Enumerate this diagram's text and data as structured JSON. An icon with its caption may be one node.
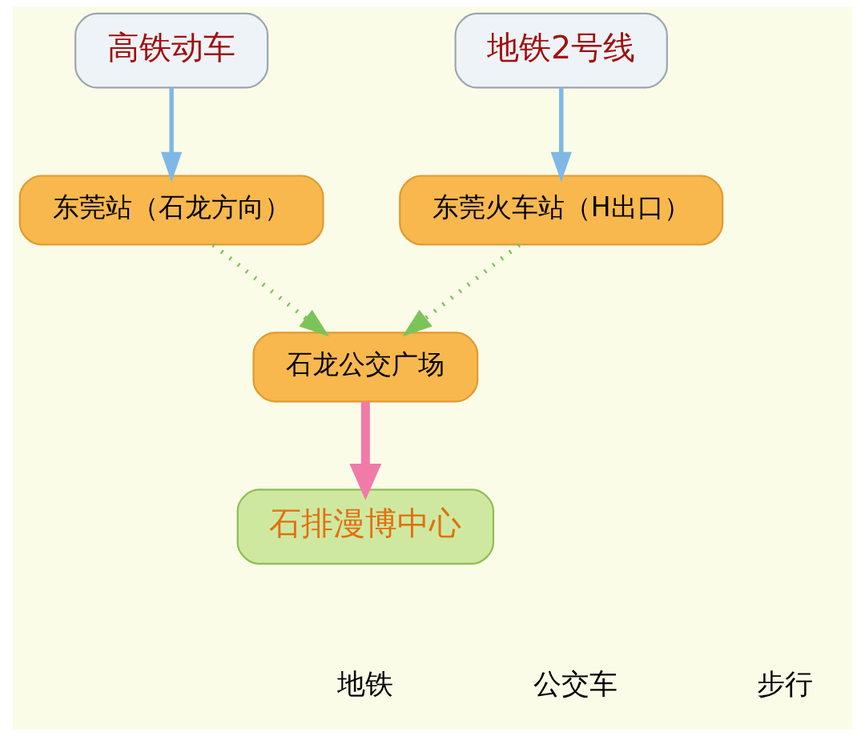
{
  "diagram": {
    "nodes": [
      {
        "text": [
          "高铁动车"
        ]
      },
      {
        "text": [
          "地铁2号线"
        ]
      },
      {
        "text": [
          "东莞站（石龙方向）"
        ]
      },
      {
        "text": [
          "东莞火车站（H出口）"
        ]
      },
      {
        "text": [
          "石龙公交广场"
        ]
      },
      {
        "text": [
          "石排漫博中心"
        ]
      }
    ],
    "edges": [
      {
        "from": 0,
        "to": 2,
        "arrow": "to",
        "color": "#7fb8e6"
      },
      {
        "from": 1,
        "to": 3,
        "arrow": "to",
        "color": "#7fb8e6"
      },
      {
        "from": 2,
        "to": 4,
        "arrow": "to",
        "style": "dashed",
        "color": "#7cc35a"
      },
      {
        "from": 3,
        "to": 4,
        "arrow": "to",
        "style": "dashed",
        "color": "#7cc35a"
      },
      {
        "from": 4,
        "to": 5,
        "arrow": "to",
        "style": "thick",
        "color": "#f07aa8"
      }
    ],
    "legend": [
      {
        "text": "地铁"
      },
      {
        "text": "公交车"
      },
      {
        "text": "步行"
      }
    ]
  }
}
